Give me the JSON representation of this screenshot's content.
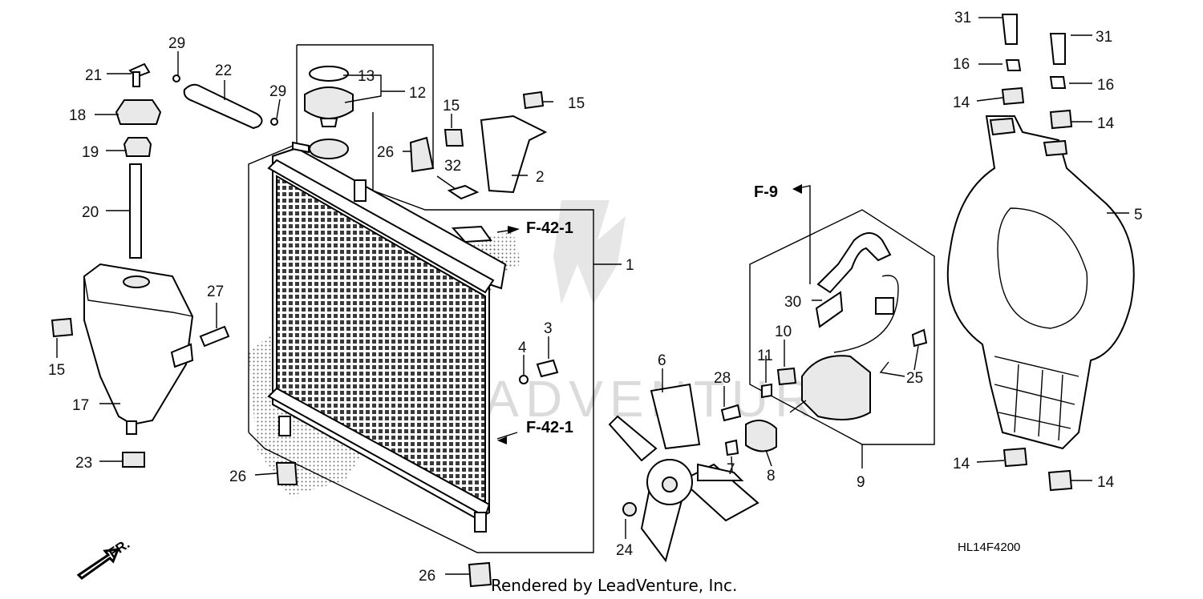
{
  "diagram": {
    "code": "HL14F4200",
    "credit": "Rendered by LeadVenture, Inc.",
    "front_marker": "FR.",
    "watermark": "LEADVENTURE"
  },
  "references": {
    "f42_top": "F-42-1",
    "f42_bottom": "F-42-1",
    "f9": "F-9"
  },
  "callouts": {
    "c31a": "31",
    "c31b": "31",
    "c16a": "16",
    "c16b": "16",
    "c14a": "14",
    "c14b": "14",
    "c14c": "14",
    "c14d": "14",
    "c29a": "29",
    "c29b": "29",
    "c21": "21",
    "c22": "22",
    "c13": "13",
    "c12": "12",
    "c15a": "15",
    "c15b": "15",
    "c15c": "15",
    "c18": "18",
    "c19": "19",
    "c20": "20",
    "c26a": "26",
    "c26b": "26",
    "c26c": "26",
    "c32": "32",
    "c2": "2",
    "c1": "1",
    "c27": "27",
    "c17": "17",
    "c23": "23",
    "c3": "3",
    "c4": "4",
    "c6": "6",
    "c24": "24",
    "c7": "7",
    "c8": "8",
    "c28": "28",
    "c11": "11",
    "c10": "10",
    "c30": "30",
    "c25": "25",
    "c9": "9",
    "c5": "5"
  }
}
